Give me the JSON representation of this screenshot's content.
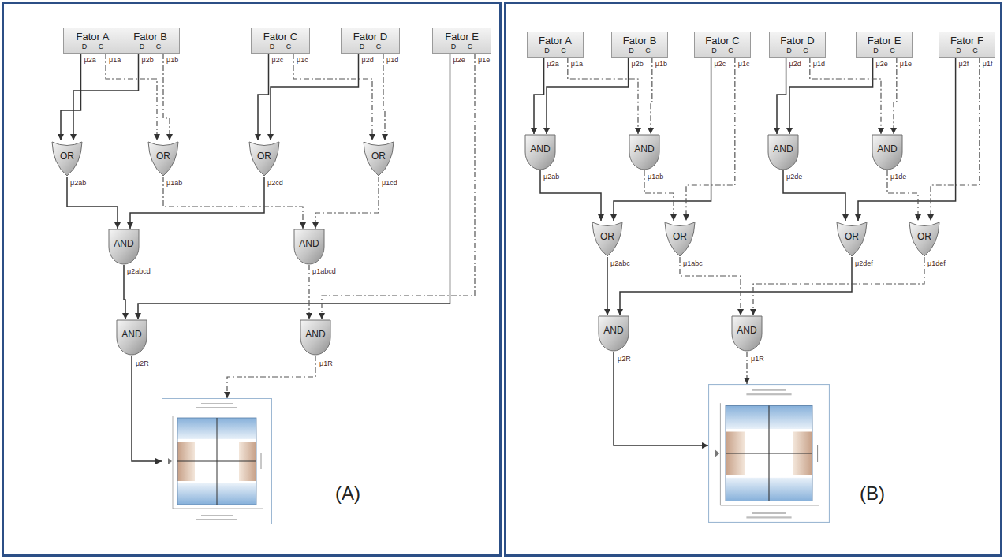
{
  "diagram": {
    "nodes": [
      {
        "text": [
          "Fator A",
          "D C"
        ]
      },
      {
        "text": [
          "Fator B",
          "D C"
        ]
      },
      {
        "text": [
          "Fator C",
          "D C"
        ]
      },
      {
        "text": [
          "Fator D",
          "D C"
        ]
      },
      {
        "text": [
          "Fator E",
          "D C"
        ]
      },
      {
        "text": [
          "OR"
        ]
      },
      {
        "text": [
          "OR"
        ]
      },
      {
        "text": [
          "OR"
        ]
      },
      {
        "text": [
          "OR"
        ]
      },
      {
        "text": [
          "AND"
        ]
      },
      {
        "text": [
          "AND"
        ]
      },
      {
        "text": [
          "AND"
        ]
      },
      {
        "text": [
          "AND"
        ]
      },
      {
        "text": [
          "Fator A",
          "D C"
        ]
      },
      {
        "text": [
          "Fator B",
          "D C"
        ]
      },
      {
        "text": [
          "Fator C",
          "D C"
        ]
      },
      {
        "text": [
          "Fator D",
          "D C"
        ]
      },
      {
        "text": [
          "Fator E",
          "D C"
        ]
      },
      {
        "text": [
          "Fator F",
          "D C"
        ]
      },
      {
        "text": [
          "AND"
        ]
      },
      {
        "text": [
          "AND"
        ]
      },
      {
        "text": [
          "AND"
        ]
      },
      {
        "text": [
          "AND"
        ]
      },
      {
        "text": [
          "OR"
        ]
      },
      {
        "text": [
          "OR"
        ]
      },
      {
        "text": [
          "OR"
        ]
      },
      {
        "text": [
          "OR"
        ]
      },
      {
        "text": [
          "AND"
        ]
      },
      {
        "text": [
          "AND"
        ]
      }
    ],
    "edges": [
      {
        "from": 0,
        "to": 5,
        "arrow": "to",
        "label": "μ2a"
      },
      {
        "from": 1,
        "to": 5,
        "arrow": "to",
        "label": "μ2b"
      },
      {
        "from": 0,
        "to": 6,
        "arrow": "to",
        "label": "μ1a"
      },
      {
        "from": 1,
        "to": 6,
        "arrow": "to",
        "label": "μ1b"
      },
      {
        "from": 2,
        "to": 7,
        "arrow": "to",
        "label": "μ2c"
      },
      {
        "from": 3,
        "to": 7,
        "arrow": "to",
        "label": "μ2d"
      },
      {
        "from": 2,
        "to": 8,
        "arrow": "to",
        "label": "μ1c"
      },
      {
        "from": 3,
        "to": 8,
        "arrow": "to",
        "label": "μ1d"
      },
      {
        "from": 5,
        "to": 9,
        "arrow": "to",
        "label": "μ2ab"
      },
      {
        "from": 7,
        "to": 9,
        "arrow": "to",
        "label": "μ2cd"
      },
      {
        "from": 6,
        "to": 10,
        "arrow": "to",
        "label": "μ1ab"
      },
      {
        "from": 8,
        "to": 10,
        "arrow": "to",
        "label": "μ1cd"
      },
      {
        "from": 9,
        "to": 11,
        "arrow": "to",
        "label": "μ2abcd"
      },
      {
        "from": 4,
        "to": 11,
        "arrow": "to",
        "label": "μ2e"
      },
      {
        "from": 10,
        "to": 12,
        "arrow": "to",
        "label": "μ1abcd"
      },
      {
        "from": 4,
        "to": 12,
        "arrow": "to",
        "label": "μ1e"
      },
      {
        "from": 13,
        "to": 19,
        "arrow": "to",
        "label": "μ2a"
      },
      {
        "from": 14,
        "to": 19,
        "arrow": "to",
        "label": "μ2b"
      },
      {
        "from": 13,
        "to": 20,
        "arrow": "to",
        "label": "μ1a"
      },
      {
        "from": 14,
        "to": 20,
        "arrow": "to",
        "label": "μ1b"
      },
      {
        "from": 16,
        "to": 21,
        "arrow": "to",
        "label": "μ2d"
      },
      {
        "from": 17,
        "to": 21,
        "arrow": "to",
        "label": "μ2e"
      },
      {
        "from": 16,
        "to": 22,
        "arrow": "to",
        "label": "μ1d"
      },
      {
        "from": 17,
        "to": 22,
        "arrow": "to",
        "label": "μ1e"
      },
      {
        "from": 19,
        "to": 23,
        "arrow": "to",
        "label": "μ2ab"
      },
      {
        "from": 15,
        "to": 23,
        "arrow": "to",
        "label": "μ2c"
      },
      {
        "from": 20,
        "to": 24,
        "arrow": "to",
        "label": "μ1ab"
      },
      {
        "from": 15,
        "to": 24,
        "arrow": "to",
        "label": "μ1c"
      },
      {
        "from": 21,
        "to": 25,
        "arrow": "to",
        "label": "μ2de"
      },
      {
        "from": 18,
        "to": 25,
        "arrow": "to",
        "label": "μ2f"
      },
      {
        "from": 22,
        "to": 26,
        "arrow": "to",
        "label": "μ1de"
      },
      {
        "from": 18,
        "to": 26,
        "arrow": "to",
        "label": "μ1f"
      },
      {
        "from": 23,
        "to": 27,
        "arrow": "to",
        "label": "μ2abc"
      },
      {
        "from": 25,
        "to": 27,
        "arrow": "to",
        "label": "μ2def"
      },
      {
        "from": 24,
        "to": 28,
        "arrow": "to",
        "label": "μ1abc"
      },
      {
        "from": 26,
        "to": 28,
        "arrow": "to",
        "label": "μ1def"
      }
    ],
    "labels": [
      "μ2R",
      "μ1R",
      "(A)",
      "μ2R",
      "μ1R",
      "(B)"
    ]
  }
}
